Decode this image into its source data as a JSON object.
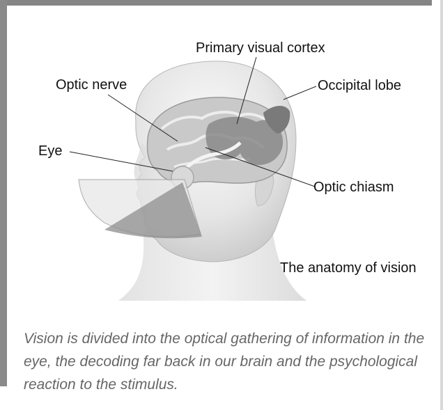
{
  "diagram": {
    "labels": {
      "primary_visual_cortex": "Primary visual cortex",
      "optic_nerve": "Optic nerve",
      "occipital_lobe": "Occipital lobe",
      "eye": "Eye",
      "optic_chiasm": "Optic chiasm"
    },
    "title": "The anatomy of vision"
  },
  "caption": "Vision is divided into the optical gathering of information in the eye, the decoding far back in our brain and the psychological reaction to the stimulus."
}
